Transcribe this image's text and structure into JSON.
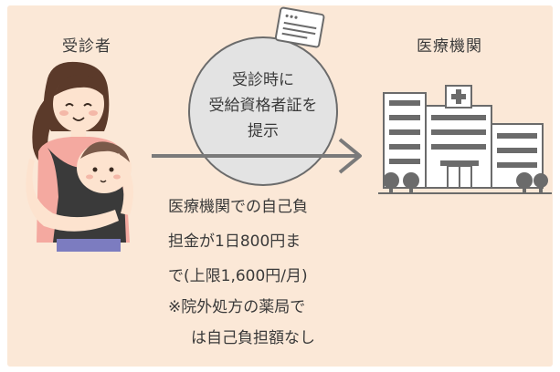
{
  "patient_label": "受診者",
  "institution_label": "医療機関",
  "circle_text": [
    "受診時に",
    "受給資格者証を",
    "提示"
  ],
  "notes": [
    "医療機関での自己負",
    "担金が1日800円ま",
    "で(上限1,600円/月)",
    "※院外処方の薬局で",
    "は自己負担額なし"
  ],
  "icons": {
    "patient": "mother-holding-baby-illustration",
    "card": "certificate-card-icon",
    "arrow": "right-arrow-icon",
    "hospital": "hospital-building-icon"
  },
  "colors": {
    "panel": "#fbe8d7",
    "circle_fill": "#e3e3e3",
    "arrow": "#7a7a7a",
    "text": "#3a3a3a"
  }
}
